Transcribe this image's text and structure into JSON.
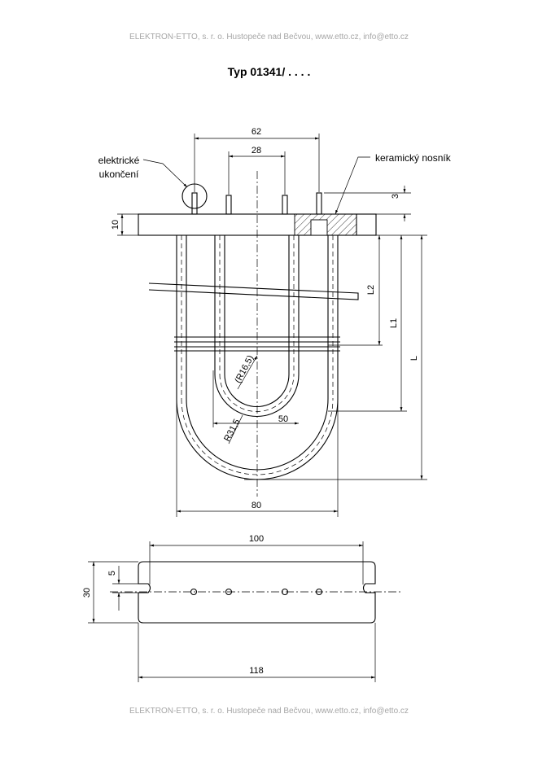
{
  "header": {
    "company_line": "ELEKTRON-ETTO, s. r. o. Hustopeče nad Bečvou, www.etto.cz, info@etto.cz"
  },
  "footer": {
    "company_line": "ELEKTRON-ETTO, s. r. o. Hustopeče nad Bečvou, www.etto.cz, info@etto.cz"
  },
  "title": "Typ 01341/ . . . .",
  "drawing": {
    "labels": {
      "terminals_1": "elektrické",
      "terminals_2": "ukončení",
      "ceramic_holder": "keramický nosník"
    },
    "dimensions": {
      "d62": "62",
      "d28": "28",
      "d10": "10",
      "d3": "3",
      "L2": "L2",
      "L1": "L1",
      "L": "L",
      "r16": "(R16,5)",
      "r31": "R31,5",
      "d50": "50",
      "d80": "80",
      "d100": "100",
      "d5": "5",
      "d30": "30",
      "d118": "118"
    }
  }
}
